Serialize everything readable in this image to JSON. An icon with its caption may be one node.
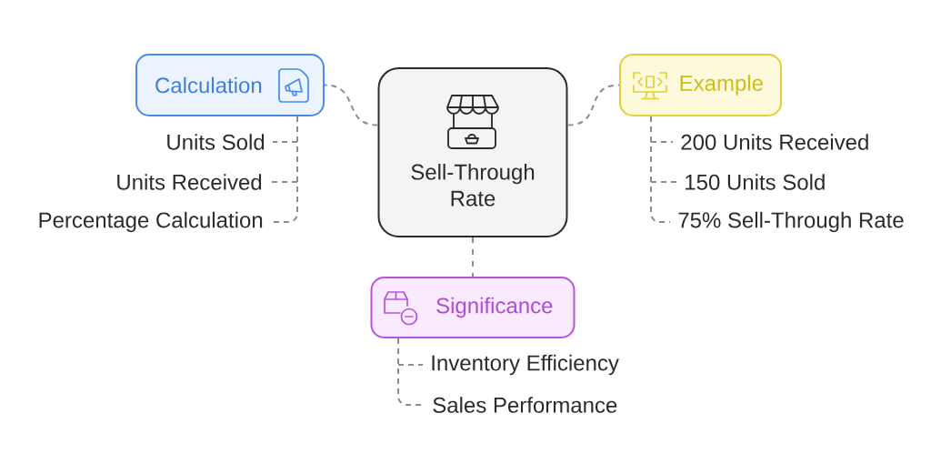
{
  "diagram": {
    "nodes": [
      {
        "text": [
          "Sell-Through Rate"
        ]
      },
      {
        "text": [
          "Calculation"
        ]
      },
      {
        "text": [
          "Units Sold"
        ]
      },
      {
        "text": [
          "Units Received"
        ]
      },
      {
        "text": [
          "Percentage Calculation"
        ]
      },
      {
        "text": [
          "Example"
        ]
      },
      {
        "text": [
          "200 Units Received"
        ]
      },
      {
        "text": [
          "150 Units Sold"
        ]
      },
      {
        "text": [
          "75% Sell-Through Rate"
        ]
      },
      {
        "text": [
          "Significance"
        ]
      },
      {
        "text": [
          "Inventory Efficiency"
        ]
      },
      {
        "text": [
          "Sales Performance"
        ]
      }
    ],
    "edges": [
      {
        "from": 0,
        "to": 1,
        "arrow": "none",
        "style": "dashed"
      },
      {
        "from": 1,
        "to": 2,
        "arrow": "none",
        "style": "dashed"
      },
      {
        "from": 1,
        "to": 3,
        "arrow": "none",
        "style": "dashed"
      },
      {
        "from": 1,
        "to": 4,
        "arrow": "none",
        "style": "dashed"
      },
      {
        "from": 0,
        "to": 5,
        "arrow": "none",
        "style": "dashed"
      },
      {
        "from": 5,
        "to": 6,
        "arrow": "none",
        "style": "dashed"
      },
      {
        "from": 5,
        "to": 7,
        "arrow": "none",
        "style": "dashed"
      },
      {
        "from": 5,
        "to": 8,
        "arrow": "none",
        "style": "dashed"
      },
      {
        "from": 0,
        "to": 9,
        "arrow": "none",
        "style": "dashed"
      },
      {
        "from": 9,
        "to": 10,
        "arrow": "none",
        "style": "dashed"
      },
      {
        "from": 9,
        "to": 11,
        "arrow": "none",
        "style": "dashed"
      }
    ]
  }
}
